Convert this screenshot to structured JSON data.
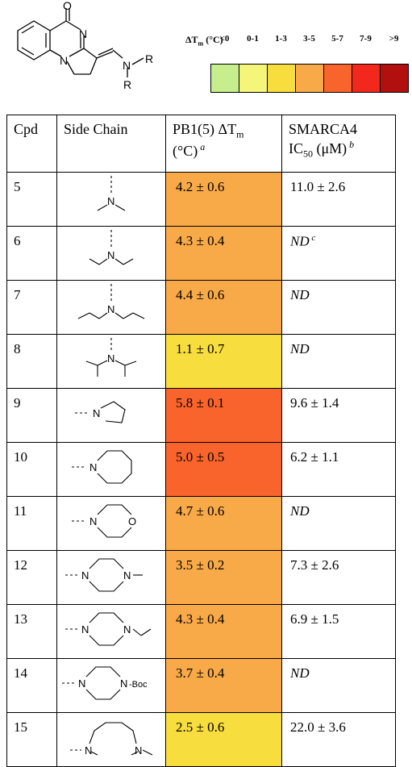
{
  "legend": {
    "title_main": "ΔT",
    "title_sub": "m",
    "title_unit": " (°C)",
    "labels": [
      "<0",
      "0-1",
      "1-3",
      "3-5",
      "5-7",
      "7-9",
      ">9"
    ],
    "colors": [
      "#c6ee8c",
      "#f5f57a",
      "#f7dd3d",
      "#f8a948",
      "#f8642c",
      "#f2281c",
      "#b20f0f"
    ]
  },
  "scaffold": {
    "oxygen": "O",
    "nitrogen_ring": "N",
    "nitrogen_bridge": "N",
    "amine_n": "N",
    "r_right": "R",
    "r_bottom": "R"
  },
  "table": {
    "headers": {
      "cpd": "Cpd",
      "side_chain": "Side Chain",
      "pb1_main": "PB1(5)  ΔT",
      "pb1_sub": "m",
      "pb1_unit": "(°C)",
      "pb1_note": "a",
      "smarca_main": "SMARCA4",
      "smarca_ic": "IC",
      "smarca_sub": "50",
      "smarca_unit": " (μM)",
      "smarca_note": "b"
    },
    "rows": [
      {
        "cpd": "5",
        "dtm": "4.2 ± 0.6",
        "color": "#f8a948",
        "ic50": "11.0 ± 2.6",
        "note": ""
      },
      {
        "cpd": "6",
        "dtm": "4.3 ± 0.4",
        "color": "#f8a948",
        "ic50": "ND",
        "note": "c"
      },
      {
        "cpd": "7",
        "dtm": "4.4 ± 0.6",
        "color": "#f8a948",
        "ic50": "ND",
        "note": ""
      },
      {
        "cpd": "8",
        "dtm": "1.1 ± 0.7",
        "color": "#f7dd3d",
        "ic50": "ND",
        "note": ""
      },
      {
        "cpd": "9",
        "dtm": "5.8 ± 0.1",
        "color": "#f8642c",
        "ic50": "9.6 ± 1.4",
        "note": ""
      },
      {
        "cpd": "10",
        "dtm": "5.0 ± 0.5",
        "color": "#f8642c",
        "ic50": "6.2 ± 1.1",
        "note": ""
      },
      {
        "cpd": "11",
        "dtm": "4.7 ± 0.6",
        "color": "#f8a948",
        "ic50": "ND",
        "note": ""
      },
      {
        "cpd": "12",
        "dtm": "3.5 ± 0.2",
        "color": "#f8a948",
        "ic50": "7.3 ± 2.6",
        "note": ""
      },
      {
        "cpd": "13",
        "dtm": "4.3 ± 0.4",
        "color": "#f8a948",
        "ic50": "6.9 ± 1.5",
        "note": ""
      },
      {
        "cpd": "14",
        "dtm": "3.7 ± 0.4",
        "color": "#f8a948",
        "ic50": "ND",
        "note": ""
      },
      {
        "cpd": "15",
        "dtm": "2.5 ± 0.6",
        "color": "#f7dd3d",
        "ic50": "22.0 ± 3.6",
        "note": ""
      }
    ]
  },
  "side_chains": {
    "5": {
      "n": "N"
    },
    "6": {
      "n": "N"
    },
    "7": {
      "n": "N"
    },
    "8": {
      "n": "N"
    },
    "9": {
      "n": "N"
    },
    "10": {
      "n": "N"
    },
    "11": {
      "n": "N",
      "o": "O"
    },
    "12": {
      "n1": "N",
      "n2": "N"
    },
    "13": {
      "n1": "N",
      "n2": "N"
    },
    "14": {
      "n1": "N",
      "n2": "N",
      "boc": "-Boc"
    },
    "15": {
      "n1": "N",
      "n2": "N"
    }
  }
}
